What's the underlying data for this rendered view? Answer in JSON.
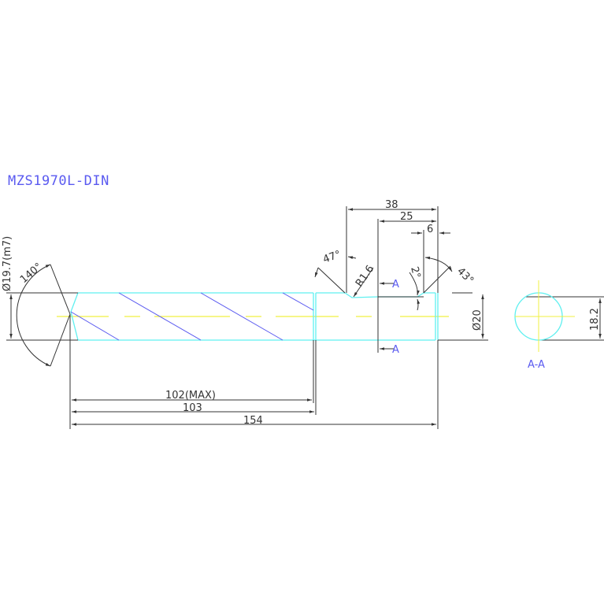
{
  "drawing": {
    "title": "MZS1970L-DIN",
    "colors": {
      "background": "#ffffff",
      "dimension": "#333333",
      "outline": "#5ff0f0",
      "flute": "#5a5af0",
      "centerline": "#f0f040",
      "label": "#5a5af0"
    },
    "dimensions": {
      "tip_diameter": "Ø19.7(m7)",
      "point_angle": "140°",
      "length_flute_max": "102(MAX)",
      "length_flute": "103",
      "length_total": "154",
      "neck_length_38": "38",
      "neck_length_25": "25",
      "neck_length_6": "6",
      "angle_47": "47°",
      "radius": "R1.6",
      "angle_2": "2°",
      "angle_43": "43°",
      "shank_diameter": "Ø20",
      "section_flat": "18.2"
    },
    "section": {
      "marker_top": "A",
      "marker_bottom": "A",
      "label": "A-A"
    }
  }
}
